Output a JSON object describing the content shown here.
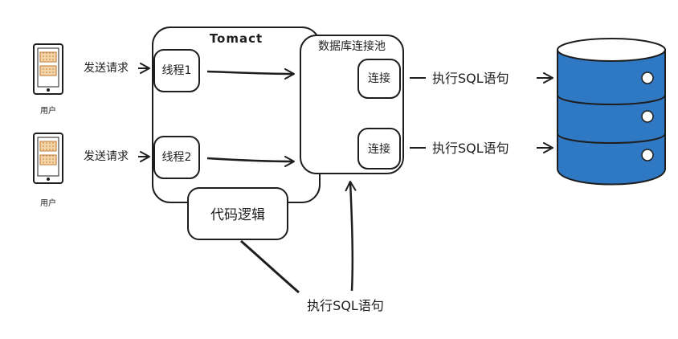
{
  "colors": {
    "stroke": "#1e1e1e",
    "db_fill": "#2f78c4",
    "db_top": "#ffffff",
    "device_screen": "#f3d5a8",
    "device_screen_border": "#c07a30",
    "background": "#ffffff"
  },
  "users": [
    {
      "label": "用户",
      "request": "发送请求"
    },
    {
      "label": "用户",
      "request": "发送请求"
    }
  ],
  "tomcat": {
    "title": "Tomact",
    "threads": [
      "线程1",
      "线程2"
    ]
  },
  "pool": {
    "title": "数据库连接池",
    "connections": [
      "连接",
      "连接"
    ]
  },
  "code_logic": "代码逻辑",
  "sql_labels": [
    "执行SQL语句",
    "执行SQL语句"
  ],
  "bottom_sql_label": "执行SQL语句",
  "icons": [
    "phone-icon",
    "database-icon"
  ]
}
